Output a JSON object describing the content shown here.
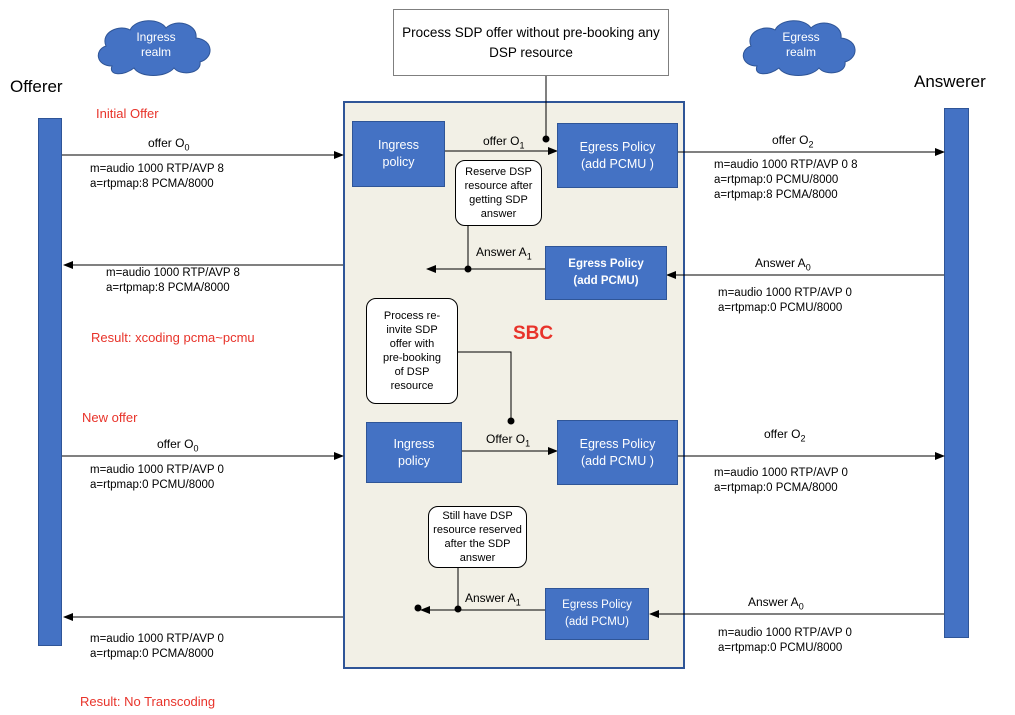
{
  "actors": {
    "offerer": "Offerer",
    "answerer": "Answerer"
  },
  "clouds": {
    "ingress": [
      "Ingress",
      "realm"
    ],
    "egress": [
      "Egress",
      "realm"
    ]
  },
  "sbc_label": "SBC",
  "top_note": "Process SDP offer without pre-booking any DSP resource",
  "flow1": {
    "heading": "Initial Offer",
    "offer_o0": "offer O",
    "offer_o0_sub": "0",
    "offer_o0_sdp": [
      "m=audio 1000 RTP/AVP 8",
      "a=rtpmap:8 PCMA/8000"
    ],
    "offer_o1": "offer O",
    "offer_o1_sub": "1",
    "offer_o2": "offer O",
    "offer_o2_sub": "2",
    "offer_o2_sdp": [
      "m=audio 1000 RTP/AVP 0 8",
      "a=rtpmap:0 PCMU/8000",
      "a=rtpmap:8 PCMA/8000"
    ],
    "ingress_box": [
      "Ingress",
      "policy"
    ],
    "egress_box": [
      "Egress Policy",
      "(add PCMU )"
    ],
    "callout": [
      "Reserve DSP",
      "resource after",
      "getting SDP",
      "answer"
    ],
    "answer_a0": "Answer A",
    "answer_a0_sub": "0",
    "answer_a0_sdp": [
      "m=audio 1000 RTP/AVP 0",
      "a=rtpmap:0 PCMU/8000"
    ],
    "answer_a1": "Answer A",
    "answer_a1_sub": "1",
    "egress_answer_box": [
      "Egress Policy",
      "(add PCMU)"
    ],
    "answer_sdp": [
      "m=audio 1000 RTP/AVP 8",
      "a=rtpmap:8 PCMA/8000"
    ],
    "result": "Result: xcoding pcma~pcmu"
  },
  "middle_callout": [
    "Process re-",
    "invite SDP",
    "offer with",
    "pre-booking",
    "of DSP",
    "resource"
  ],
  "flow2": {
    "heading": "New offer",
    "offer_o0": "offer O",
    "offer_o0_sub": "0",
    "offer_o0_sdp": [
      "m=audio 1000 RTP/AVP 0",
      "a=rtpmap:0 PCMU/8000"
    ],
    "offer_o1": "Offer O",
    "offer_o1_sub": "1",
    "offer_o2": "offer O",
    "offer_o2_sub": "2",
    "offer_o2_sdp": [
      "m=audio 1000 RTP/AVP 0",
      "a=rtpmap:0 PCMA/8000"
    ],
    "ingress_box": [
      "Ingress",
      "policy"
    ],
    "egress_box": [
      "Egress Policy",
      "(add PCMU )"
    ],
    "callout": [
      "Still have DSP",
      "resource reserved",
      "after the SDP",
      "answer"
    ],
    "answer_a0": "Answer A",
    "answer_a0_sub": "0",
    "answer_a0_sdp": [
      "m=audio 1000 RTP/AVP 0",
      "a=rtpmap:0 PCMU/8000"
    ],
    "answer_a1": "Answer A",
    "answer_a1_sub": "1",
    "egress_answer_box": [
      "Egress Policy",
      "(add PCMU)"
    ],
    "answer_sdp": [
      "m=audio 1000 RTP/AVP 0",
      "a=rtpmap:0 PCMA/8000"
    ],
    "result": "Result: No Transcoding"
  },
  "colors": {
    "box_fill": "#4472c4",
    "box_border": "#2f5597",
    "sbc_fill": "#f2f0e6",
    "red_text": "#e8332a"
  }
}
